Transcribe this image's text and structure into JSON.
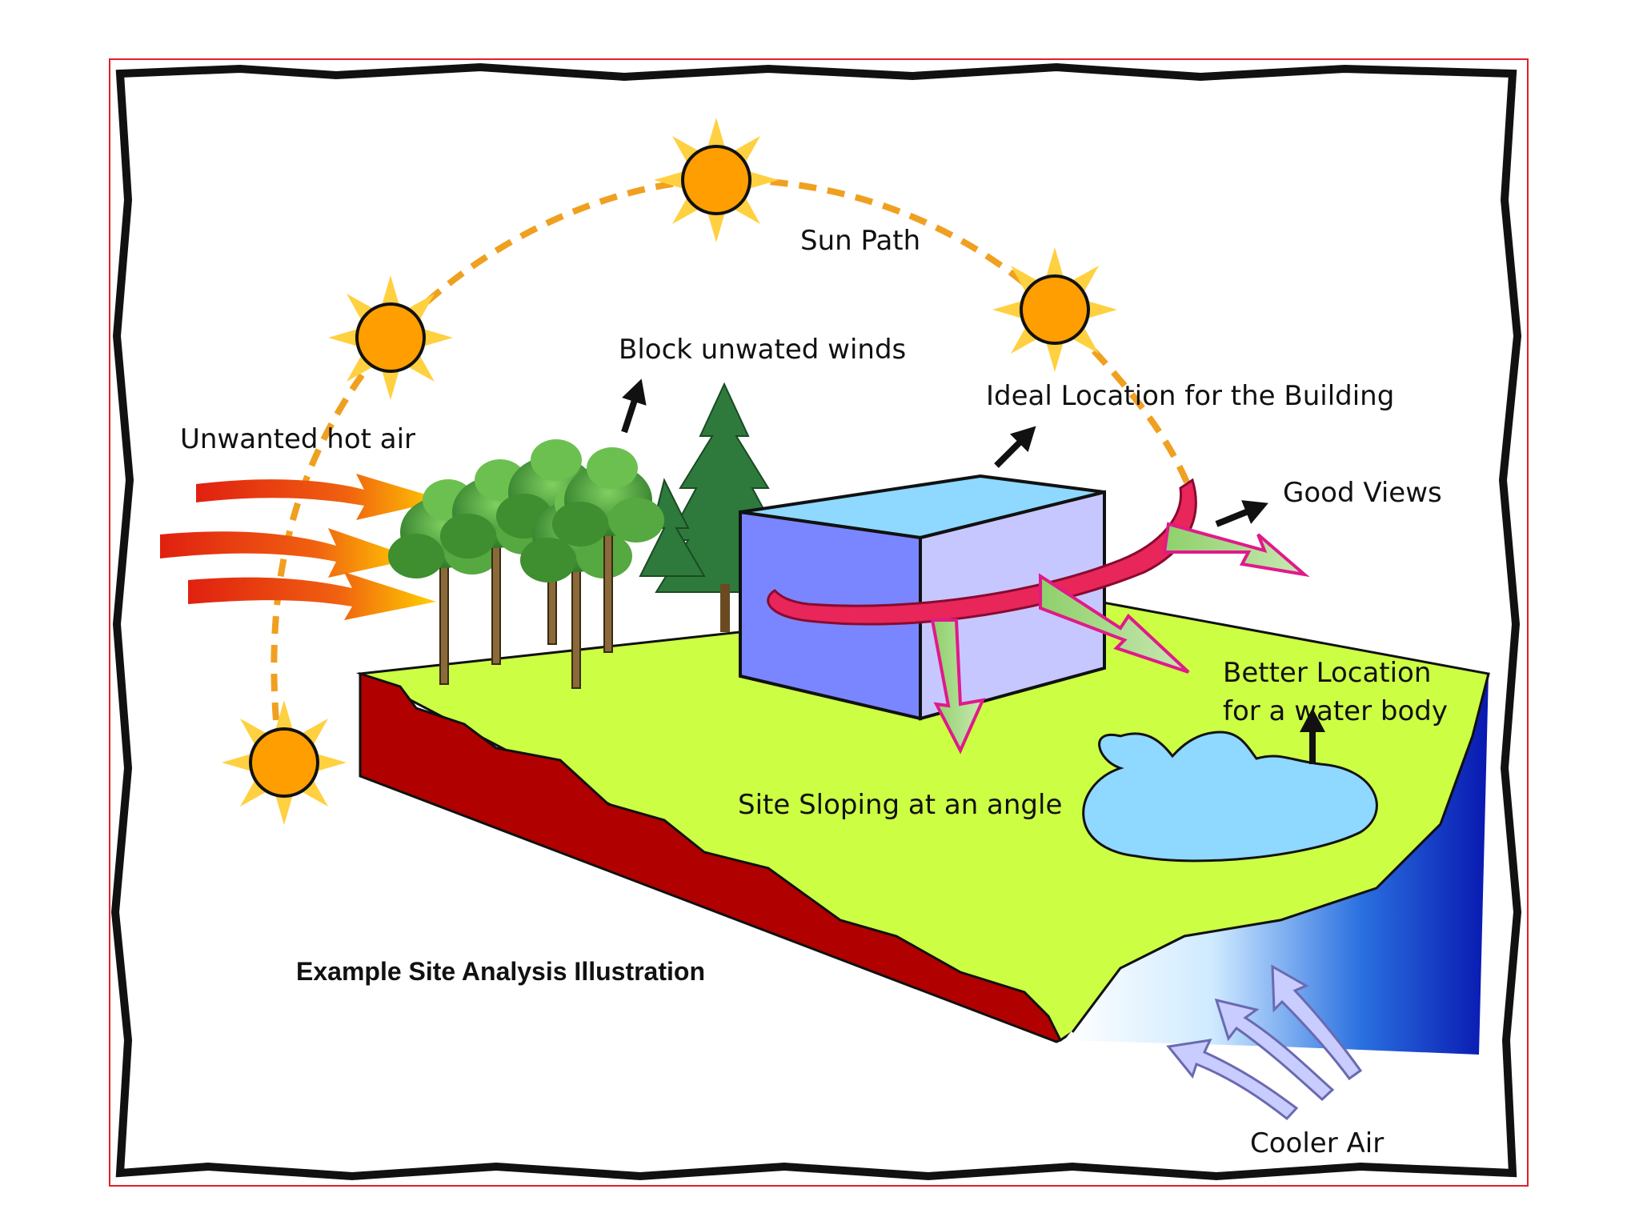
{
  "labels": {
    "sun_path": "Sun Path",
    "block_winds": "Block unwated winds",
    "ideal_location": "Ideal Location for the Building",
    "unwanted_hot_air": "Unwanted hot air",
    "good_views": "Good Views",
    "water_body_line1": "Better Location",
    "water_body_line2": "for a water body",
    "site_sloping": "Site Sloping at an angle",
    "cooler_air": "Cooler Air",
    "caption": "Example Site Analysis Illustration"
  },
  "colors": {
    "frame_accent": "#e0202a",
    "site_top": "#ccff44",
    "site_edge": "#b00000",
    "building_front": "#7a86ff",
    "building_side": "#c7c7ff",
    "building_roof": "#8fd8ff",
    "water": "#8fd8ff",
    "sea_deep": "#0a1fc0",
    "sun": "#ff9e00",
    "sun_rays": "#ffd040",
    "sun_path": "#f0a020",
    "wind_ribbon": "#e8265a",
    "hot_air": "#e82a10",
    "cooler_air": "#c8ccff",
    "tree_green": "#4aa035",
    "conifer_green": "#2e7a3c"
  },
  "icons": [
    "sun-icon",
    "tree-icon",
    "conifer-icon",
    "arrow-icon"
  ]
}
